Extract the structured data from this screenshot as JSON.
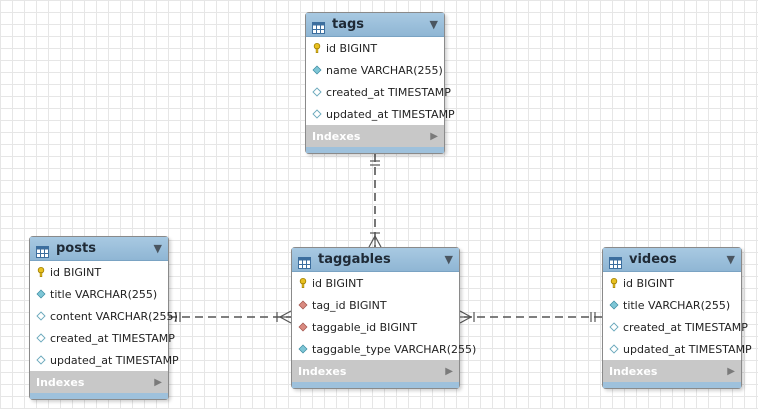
{
  "tables": [
    {
      "id": "tags",
      "name": "tags",
      "columns": [
        {
          "label": "id BIGINT",
          "key": "primary"
        },
        {
          "label": "name VARCHAR(255)",
          "key": "filled"
        },
        {
          "label": "created_at TIMESTAMP",
          "key": "hollow"
        },
        {
          "label": "updated_at TIMESTAMP",
          "key": "hollow"
        }
      ],
      "indexes_label": "Indexes"
    },
    {
      "id": "posts",
      "name": "posts",
      "columns": [
        {
          "label": "id BIGINT",
          "key": "primary"
        },
        {
          "label": "title VARCHAR(255)",
          "key": "filled"
        },
        {
          "label": "content VARCHAR(255)",
          "key": "hollow"
        },
        {
          "label": "created_at TIMESTAMP",
          "key": "hollow"
        },
        {
          "label": "updated_at TIMESTAMP",
          "key": "hollow"
        }
      ],
      "indexes_label": "Indexes"
    },
    {
      "id": "taggables",
      "name": "taggables",
      "columns": [
        {
          "label": "id BIGINT",
          "key": "primary"
        },
        {
          "label": "tag_id BIGINT",
          "key": "foreign"
        },
        {
          "label": "taggable_id BIGINT",
          "key": "foreign"
        },
        {
          "label": "taggable_type VARCHAR(255)",
          "key": "filled"
        }
      ],
      "indexes_label": "Indexes"
    },
    {
      "id": "videos",
      "name": "videos",
      "columns": [
        {
          "label": "id BIGINT",
          "key": "primary"
        },
        {
          "label": "title VARCHAR(255)",
          "key": "filled"
        },
        {
          "label": "created_at TIMESTAMP",
          "key": "hollow"
        },
        {
          "label": "updated_at TIMESTAMP",
          "key": "hollow"
        }
      ],
      "indexes_label": "Indexes"
    }
  ],
  "relationships": [
    {
      "from": "tags",
      "to": "taggables",
      "from_end": "one",
      "to_end": "many"
    },
    {
      "from": "posts",
      "to": "taggables",
      "from_end": "one",
      "to_end": "many"
    },
    {
      "from": "videos",
      "to": "taggables",
      "from_end": "one",
      "to_end": "many"
    }
  ],
  "colors": {
    "header": "#8fb6d4",
    "indexes_bar": "#c8c8c8",
    "primary_key": "#e8c020",
    "column_key": "#7ec6d6",
    "foreign_key": "#d98a80",
    "connector": "#555555"
  },
  "icons": {
    "table": "table-icon",
    "collapse": "dropdown-triangle-icon",
    "primary": "key-icon",
    "foreign": "foreign-key-diamond-icon",
    "filled": "column-diamond-icon",
    "hollow": "nullable-diamond-icon",
    "expand": "expand-triangle-icon"
  }
}
